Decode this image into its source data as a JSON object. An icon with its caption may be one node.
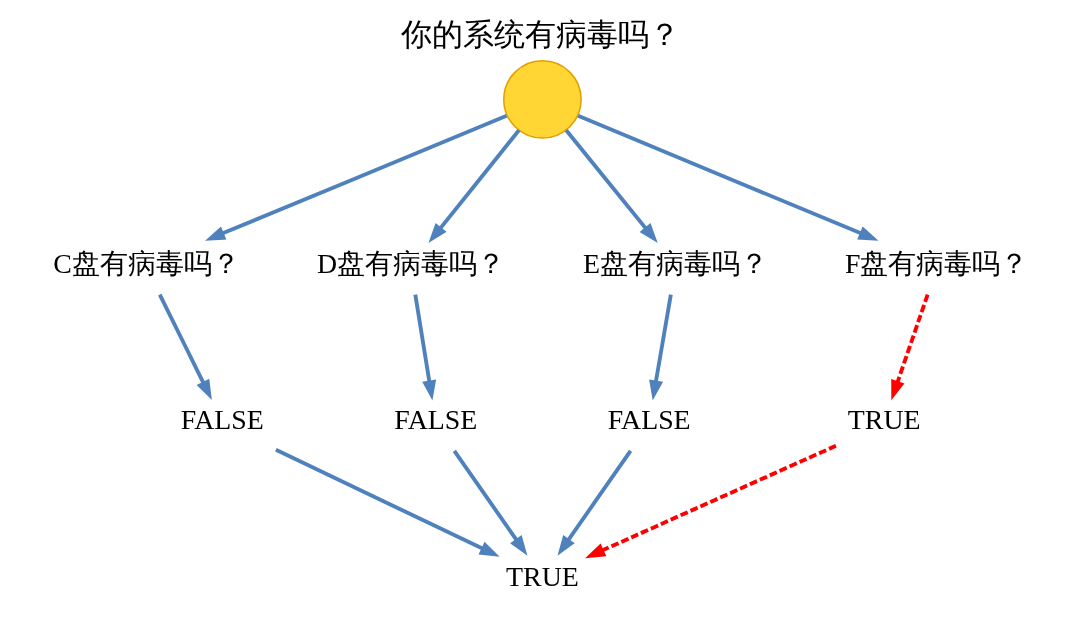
{
  "diagram": {
    "title": "你的系统有病毒吗？",
    "nodes": [
      {
        "text": [],
        "shape": "circle"
      },
      {
        "text": [
          "C盘有病毒吗？"
        ]
      },
      {
        "text": [
          "D盘有病毒吗？"
        ]
      },
      {
        "text": [
          "E盘有病毒吗？"
        ]
      },
      {
        "text": [
          "F盘有病毒吗？"
        ]
      },
      {
        "text": [
          "FALSE"
        ]
      },
      {
        "text": [
          "FALSE"
        ]
      },
      {
        "text": [
          "FALSE"
        ]
      },
      {
        "text": [
          "TRUE"
        ]
      },
      {
        "text": [
          "TRUE"
        ]
      }
    ],
    "edges": [
      {
        "from": 0,
        "to": 1,
        "arrow": "to"
      },
      {
        "from": 0,
        "to": 2,
        "arrow": "to"
      },
      {
        "from": 0,
        "to": 3,
        "arrow": "to"
      },
      {
        "from": 0,
        "to": 4,
        "arrow": "to"
      },
      {
        "from": 1,
        "to": 5,
        "arrow": "to"
      },
      {
        "from": 2,
        "to": 6,
        "arrow": "to"
      },
      {
        "from": 3,
        "to": 7,
        "arrow": "to"
      },
      {
        "from": 4,
        "to": 8,
        "arrow": "to",
        "style": "dashed",
        "color": "#ff0000"
      },
      {
        "from": 5,
        "to": 9,
        "arrow": "to"
      },
      {
        "from": 6,
        "to": 9,
        "arrow": "to"
      },
      {
        "from": 7,
        "to": 9,
        "arrow": "to"
      },
      {
        "from": 8,
        "to": 9,
        "arrow": "to",
        "style": "dashed",
        "color": "#ff0000"
      }
    ]
  }
}
